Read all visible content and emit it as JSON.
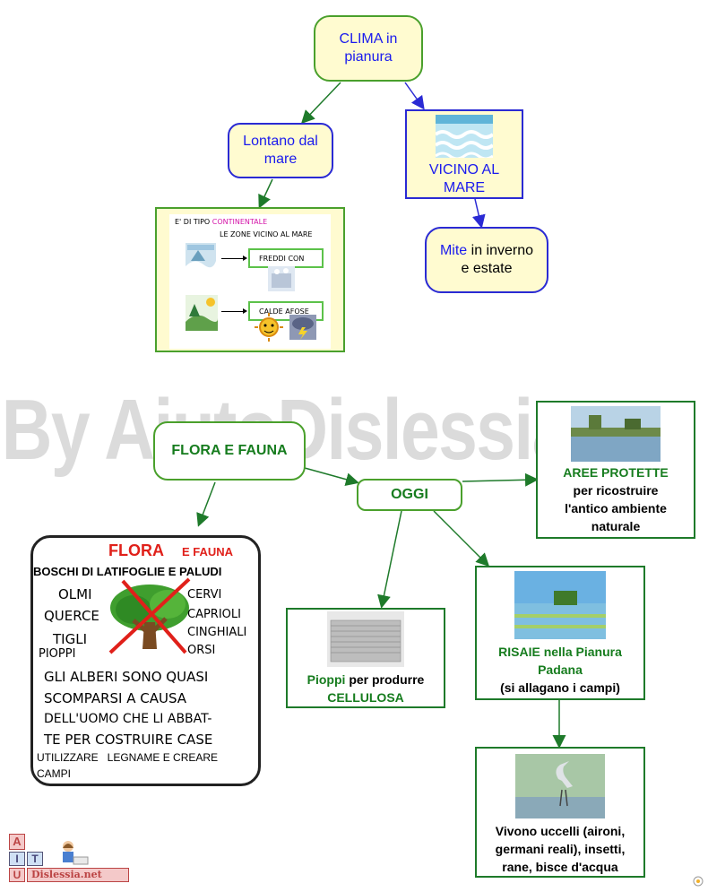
{
  "nodes": {
    "clima": {
      "line1": "CLIMA in",
      "line2": "pianura"
    },
    "lontano": {
      "line1": "Lontano dal",
      "line2": "mare"
    },
    "vicino": {
      "line1": "VICINO AL",
      "line2": "MARE"
    },
    "mite": {
      "word1": "Mite",
      "rest": " in inverno",
      "line2": "e estate"
    },
    "flora_fauna": {
      "label": "FLORA E FAUNA"
    },
    "oggi": {
      "label": "OGGI"
    },
    "aree": {
      "line1": "AREE PROTETTE",
      "line2": "per ricostruire",
      "line3": "l'antico ambiente",
      "line4": "naturale"
    },
    "pioppi": {
      "word1": "Pioppi",
      "rest": " per produrre",
      "line2": "CELLULOSA"
    },
    "risaie": {
      "line1": "RISAIE nella Pianura",
      "line2": "Padana",
      "line3": "(si allagano i campi)"
    },
    "vivono": {
      "line1": "Vivono uccelli (aironi,",
      "line2": "germani reali), insetti,",
      "line3": "rane, bisce d'acqua"
    }
  },
  "continental_card": {
    "title_prefix": "E' DI TIPO",
    "title_word": "CONTINENTALE",
    "subtitle": "LE ZONE VICINO AL MARE",
    "row1": "FREDDI CON",
    "row2": "CALDE AFOSE"
  },
  "flora_card": {
    "heading_red": "FLORA",
    "heading_fauna": "E FAUNA",
    "subheading": "BOSCHI DI LATIFOGLIE E PALUDI",
    "trees": [
      "OLMI",
      "QUERCE",
      "TIGLI",
      "PIOPPI"
    ],
    "animals": [
      "CERVI",
      "CAPRIOLI",
      "CINGHIALI",
      "ORSI"
    ],
    "text_lines": [
      "GLI ALBERI SONO QUASI",
      "SCOMPARSI A CAUSA",
      "DELL'UOMO CHE LI ABBAT-",
      "TE PER COSTRUIRE CASE"
    ],
    "footer1": "UTILIZZARE   LEGNAME E CREARE",
    "footer2": "CAMPI"
  },
  "watermark": "By AiutoDislessia.net",
  "logo": {
    "letters": [
      "A",
      "I",
      "T",
      "U"
    ],
    "site": "Dislessia.net"
  },
  "colors": {
    "node_fill": "#fffbd0",
    "green_border": "#4aa02c",
    "blue_border": "#2a2ad4",
    "arrow_green": "#1e7a2a",
    "arrow_blue": "#2a2ad4",
    "red": "#e0201a"
  }
}
